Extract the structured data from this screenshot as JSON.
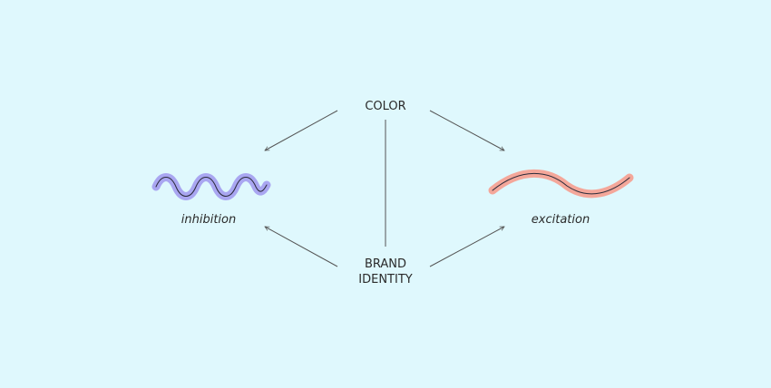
{
  "diagram": {
    "top_node": "COLOR",
    "bottom_node_line1": "BRAND",
    "bottom_node_line2": "IDENTITY",
    "left_caption": "inhibition",
    "right_caption": "excitation"
  },
  "colors": {
    "background": "#dff8fd",
    "inhibition_wave": "#a9a6f1",
    "excitation_wave": "#f4a79a",
    "wave_core": "#2b2b3a",
    "arrow": "#555555",
    "text": "#2a2a2a"
  },
  "icons": {
    "inhibition_wave": "high-frequency-wave-icon",
    "excitation_wave": "low-frequency-wave-icon",
    "arrow": "arrow-head-icon"
  }
}
